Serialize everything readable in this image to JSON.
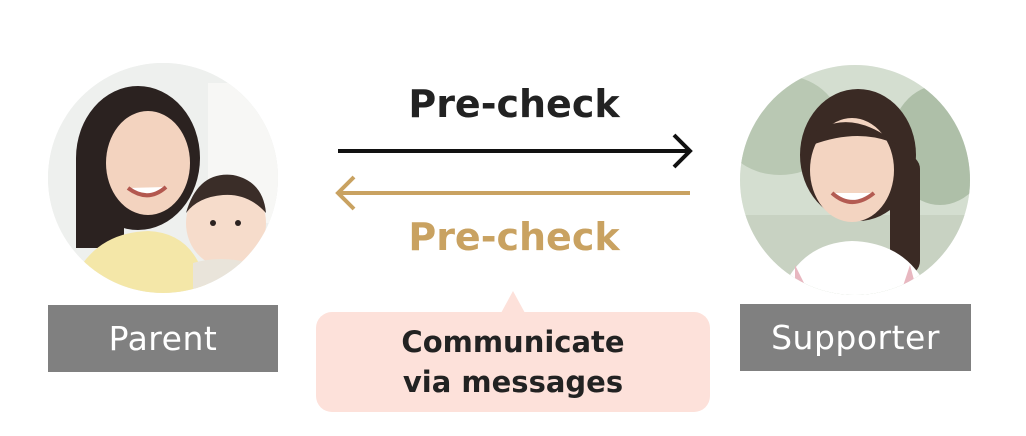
{
  "colors": {
    "accent_gold": "#c9a261",
    "label_gray": "#808080",
    "bubble_pink": "#fde1da",
    "dark_text": "#222222"
  },
  "parent": {
    "label": "Parent",
    "photo_icon": "parent-with-baby-photo"
  },
  "supporter": {
    "label": "Supporter",
    "photo_icon": "supporter-photo"
  },
  "flows": {
    "to_supporter": "Pre-check",
    "to_parent": "Pre-check"
  },
  "message": {
    "line1": "Communicate",
    "line2": "via messages"
  }
}
